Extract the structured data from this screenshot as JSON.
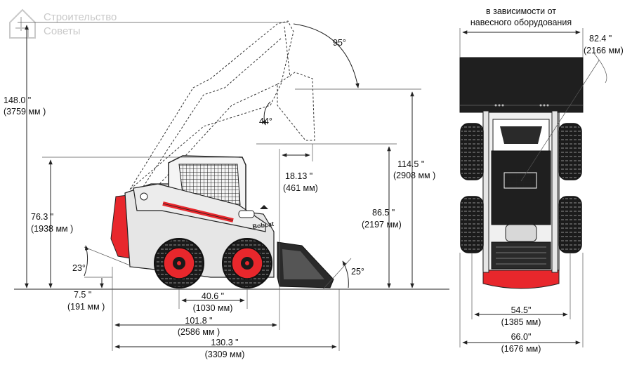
{
  "logo": {
    "line1": "Строительство",
    "line2": "Советы"
  },
  "side_view": {
    "brand": "Bobcat",
    "max_height": {
      "in": "148.0 \"",
      "mm": "(3759 мм )"
    },
    "cab_height": {
      "in": "76.3 \"",
      "mm": "(1938 мм )"
    },
    "ground_clearance": {
      "in": "7.5 \"",
      "mm": "(191 мм )"
    },
    "wheelbase": {
      "in": "40.6 \"",
      "mm": "(1030 мм)"
    },
    "length_no_bucket": {
      "in": "101.8 \"",
      "mm": "(2586 мм )"
    },
    "length_with_bucket": {
      "in": "130.3 \"",
      "mm": "(3309 мм)"
    },
    "hinge_height": {
      "in": "114.5 \"",
      "mm": "(2908 мм )"
    },
    "dump_height": {
      "in": "86.5 \"",
      "mm": "(2197 мм)"
    },
    "dump_reach": {
      "in": "18.13 \"",
      "mm": "(461 мм)"
    },
    "angle_rollback": "95°",
    "angle_dump": "44°",
    "angle_departure": "23°",
    "angle_bucket": "25°"
  },
  "front_view": {
    "note_line1": "в зависимости от",
    "note_line2": "навесного оборудования",
    "bucket_width": {
      "in": "82.4 \"",
      "mm": "(2166 мм)"
    },
    "track_width": {
      "in": "54.5\"",
      "mm": "(1385 мм)"
    },
    "overall_width": {
      "in": "66.0\"",
      "mm": "(1676 мм)"
    }
  },
  "colors": {
    "accent_red": "#e8272c",
    "body_grey": "#e6e6e6",
    "dark": "#1a1a1a"
  }
}
